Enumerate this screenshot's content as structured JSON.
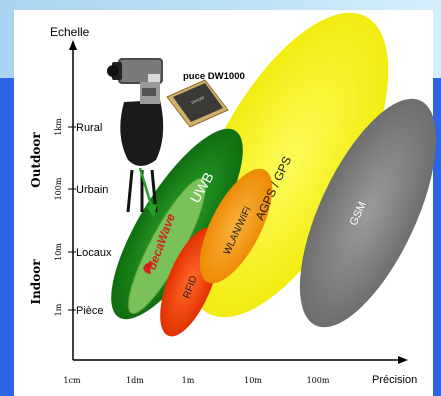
{
  "title": "Echelle",
  "x_axis_label": "Précision",
  "x_ticks": [
    "1cm",
    "1dm",
    "1m",
    "10m",
    "100m"
  ],
  "y_scale_labels": [
    "1m",
    "10m",
    "100m",
    "1km"
  ],
  "y_category_labels": [
    "Pièce",
    "Locaux",
    "Urbain",
    "Rural"
  ],
  "side_labels": {
    "outdoor": "Outdoor",
    "indoor": "Indoor"
  },
  "chip_label": "puce DW1000",
  "regions": [
    {
      "name": "UWB",
      "color": "#1a8a1a"
    },
    {
      "name": "RFID",
      "color": "#ef3a0c"
    },
    {
      "name": "WLAN/WiFi",
      "color": "#f39a0f"
    },
    {
      "name": "AGPS / GPS",
      "color": "#f5f01a"
    },
    {
      "name": "GSM",
      "color": "#8a8a8a"
    }
  ],
  "brand_label": "decaWave"
}
